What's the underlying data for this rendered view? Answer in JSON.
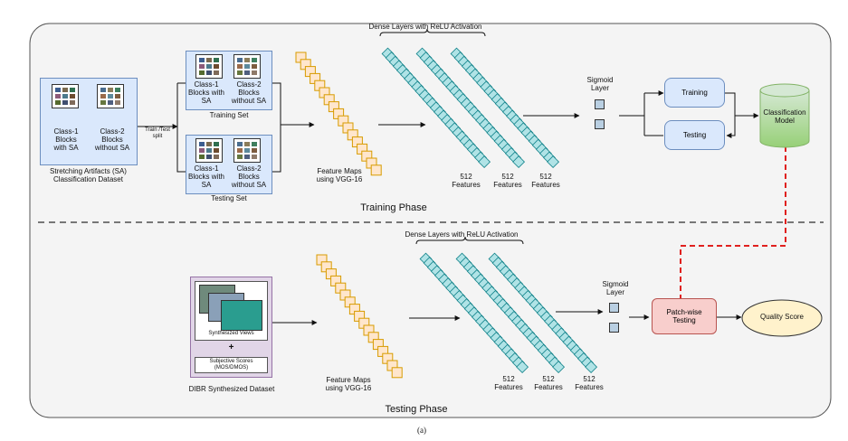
{
  "diagram": {
    "training": {
      "dataset_classes": [
        {
          "label": "Class-1\nBlocks\nwith SA"
        },
        {
          "label": "Class-2\nBlocks\nwithout SA"
        }
      ],
      "dataset_caption": "Stretching Artifacts (SA)\nClassification Dataset",
      "split_label": "Train /Test\nsplit",
      "training_set": {
        "title": "Training Set",
        "class1": "Class-1\nBlocks with\nSA",
        "class2": "Class-2\nBlocks\nwithout SA"
      },
      "testing_set": {
        "title": "Testing Set",
        "class1": "Class-1\nBlocks with\nSA",
        "class2": "Class-2\nBlocks\nwithout SA"
      },
      "feature_maps": "Feature Maps\nusing VGG-16",
      "dense_title": "Dense Layers with ReLU Activation",
      "features": [
        "512\nFeatures",
        "512\nFeatures",
        "512\nFeatures"
      ],
      "sigmoid": "Sigmoid\nLayer",
      "training_box": "Training",
      "testing_box": "Testing",
      "model": "Classification\nModel",
      "phase": "Training Phase"
    },
    "testing": {
      "synth_views": "Synthesized Views",
      "plus": "+",
      "scores": "Subjective Scores\n(MOS/DMOS)",
      "dataset_caption": "DIBR Synthesized Dataset",
      "feature_maps": "Feature Maps\nusing VGG-16",
      "dense_title": "Dense Layers with ReLU Activation",
      "features": [
        "512\nFeatures",
        "512\nFeatures",
        "512\nFeatures"
      ],
      "sigmoid": "Sigmoid\nLayer",
      "patch": "Patch-wise\nTesting",
      "quality": "Quality Score",
      "phase": "Testing Phase"
    },
    "caption": "(a)"
  },
  "colors": {
    "blue_fill": "#dae8fc",
    "blue_stroke": "#6c8ebf",
    "orange_fill": "#ffe6cc",
    "orange_stroke": "#d79b00",
    "teal_fill": "#b0e3e6",
    "teal_stroke": "#0e8088",
    "green_fill": "#d5e8d4",
    "red_fill": "#f8cecc",
    "red_stroke": "#b85450",
    "yellow_fill": "#fff2cc",
    "purple_fill": "#e1d5e7",
    "dash_red": "#e0201e"
  }
}
